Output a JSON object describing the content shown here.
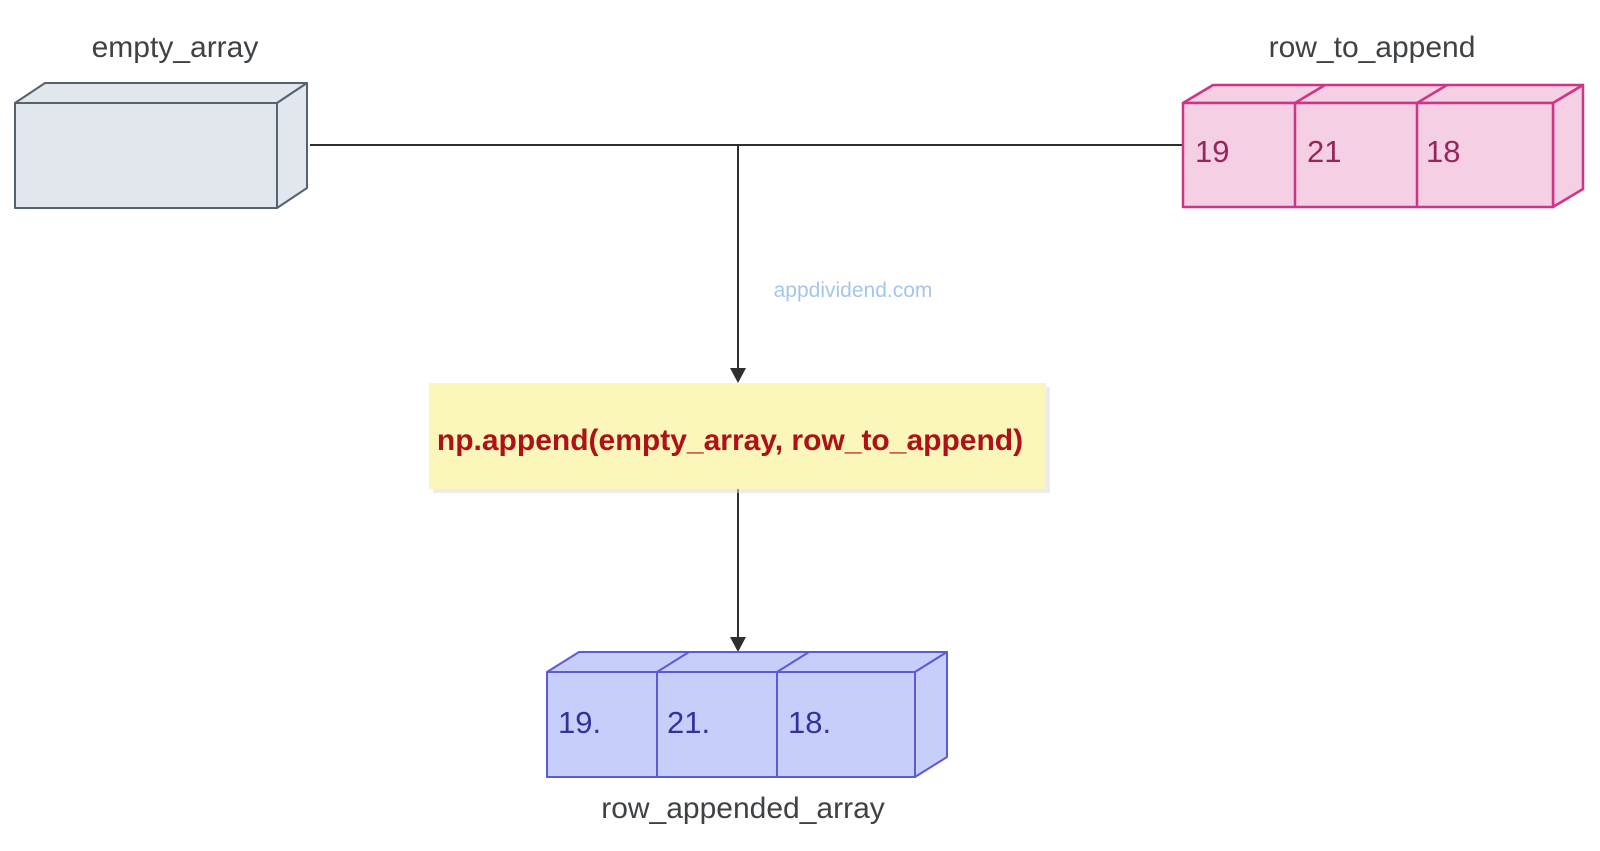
{
  "page": {
    "background": "#ffffff",
    "watermark": "appdividend.com"
  },
  "nodes": {
    "empty_array": {
      "label": "empty_array",
      "cells": [],
      "fill": "#e2e7ee",
      "stroke": "#566270"
    },
    "row_to_append": {
      "label": "row_to_append",
      "cells": [
        "19",
        "21",
        "18"
      ],
      "fill": "#f5cfe4",
      "stroke": "#cf3585",
      "value_color": "#97255c"
    },
    "row_appended_array": {
      "label": "row_appended_array",
      "cells": [
        "19.",
        "21.",
        "18."
      ],
      "fill": "#c7cef9",
      "stroke": "#5b5bd6",
      "value_color": "#32329b"
    }
  },
  "operation": {
    "code": "np.append(empty_array, row_to_append)",
    "fill": "#fbf6ba",
    "shadow": "#dcdcdc",
    "text_color": "#ae1117"
  },
  "colors": {
    "label_text": "#3f4245",
    "connector": "#2f2f2f",
    "watermark": "#a5c6ec"
  }
}
